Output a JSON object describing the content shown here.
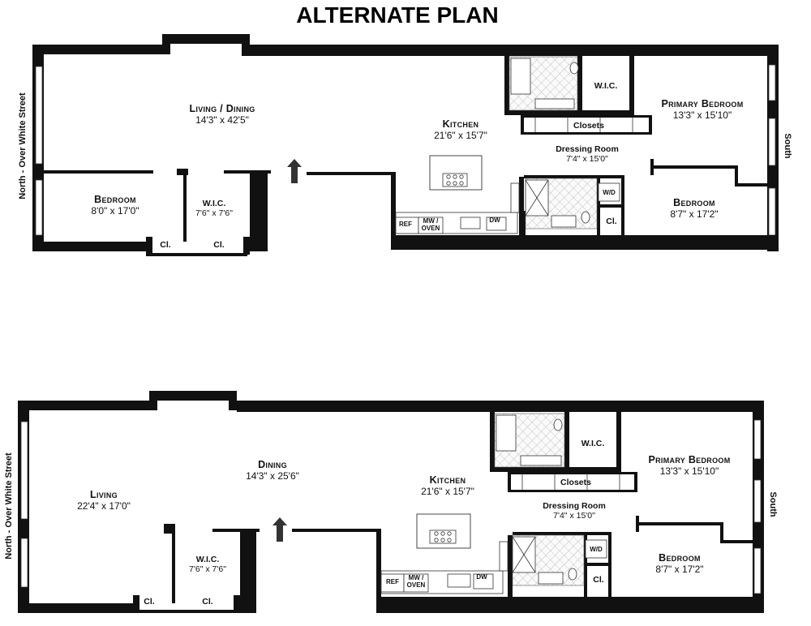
{
  "title": "ALTERNATE PLAN",
  "street_label": "North - Over White Street",
  "south_label": "South",
  "plan_a": {
    "living_dining": {
      "name": "Living / Dining",
      "dims": "14'3\"  x  42'5\""
    },
    "bedroom_left": {
      "name": "Bedroom",
      "dims": "8'0\"  x  17'0\""
    },
    "wic_left": {
      "name": "W.I.C.",
      "dims": "7'6\"  x  7'6\""
    },
    "cl_1": "Cl.",
    "cl_2": "Cl.",
    "kitchen": {
      "name": "Kitchen",
      "dims": "21'6\"  x  15'7\""
    },
    "ref": "REF",
    "mw_1": "MW /",
    "mw_2": "OVEN",
    "dw": "DW",
    "closets": "Closets",
    "dressing": {
      "name": "Dressing Room",
      "dims": "7'4\"  x  15'0\""
    },
    "wic_right": "W.I.C.",
    "primary": {
      "name": "Primary Bedroom",
      "dims": "13'3\"  x  15'10\""
    },
    "bedroom_right": {
      "name": "Bedroom",
      "dims": "8'7\"  x  17'2\""
    },
    "wd": "W/D",
    "cl_3": "Cl."
  },
  "plan_b": {
    "living": {
      "name": "Living",
      "dims": "22'4\"  x  17'0\""
    },
    "dining": {
      "name": "Dining",
      "dims": "14'3\"  x  25'6\""
    },
    "wic_left": {
      "name": "W.I.C.",
      "dims": "7'6\"  x  7'6\""
    },
    "cl_1": "Cl.",
    "cl_2": "Cl.",
    "kitchen": {
      "name": "Kitchen",
      "dims": "21'6\"  x  15'7\""
    },
    "ref": "REF",
    "mw_1": "MW /",
    "mw_2": "OVEN",
    "dw": "DW",
    "closets": "Closets",
    "dressing": {
      "name": "Dressing Room",
      "dims": "7'4\"  x  15'0\""
    },
    "wic_right": "W.I.C.",
    "primary": {
      "name": "Primary Bedroom",
      "dims": "13'3\"  x  15'10\""
    },
    "bedroom_right": {
      "name": "Bedroom",
      "dims": "8'7\"  x  17'2\""
    },
    "wd": "W/D",
    "cl_3": "Cl."
  }
}
